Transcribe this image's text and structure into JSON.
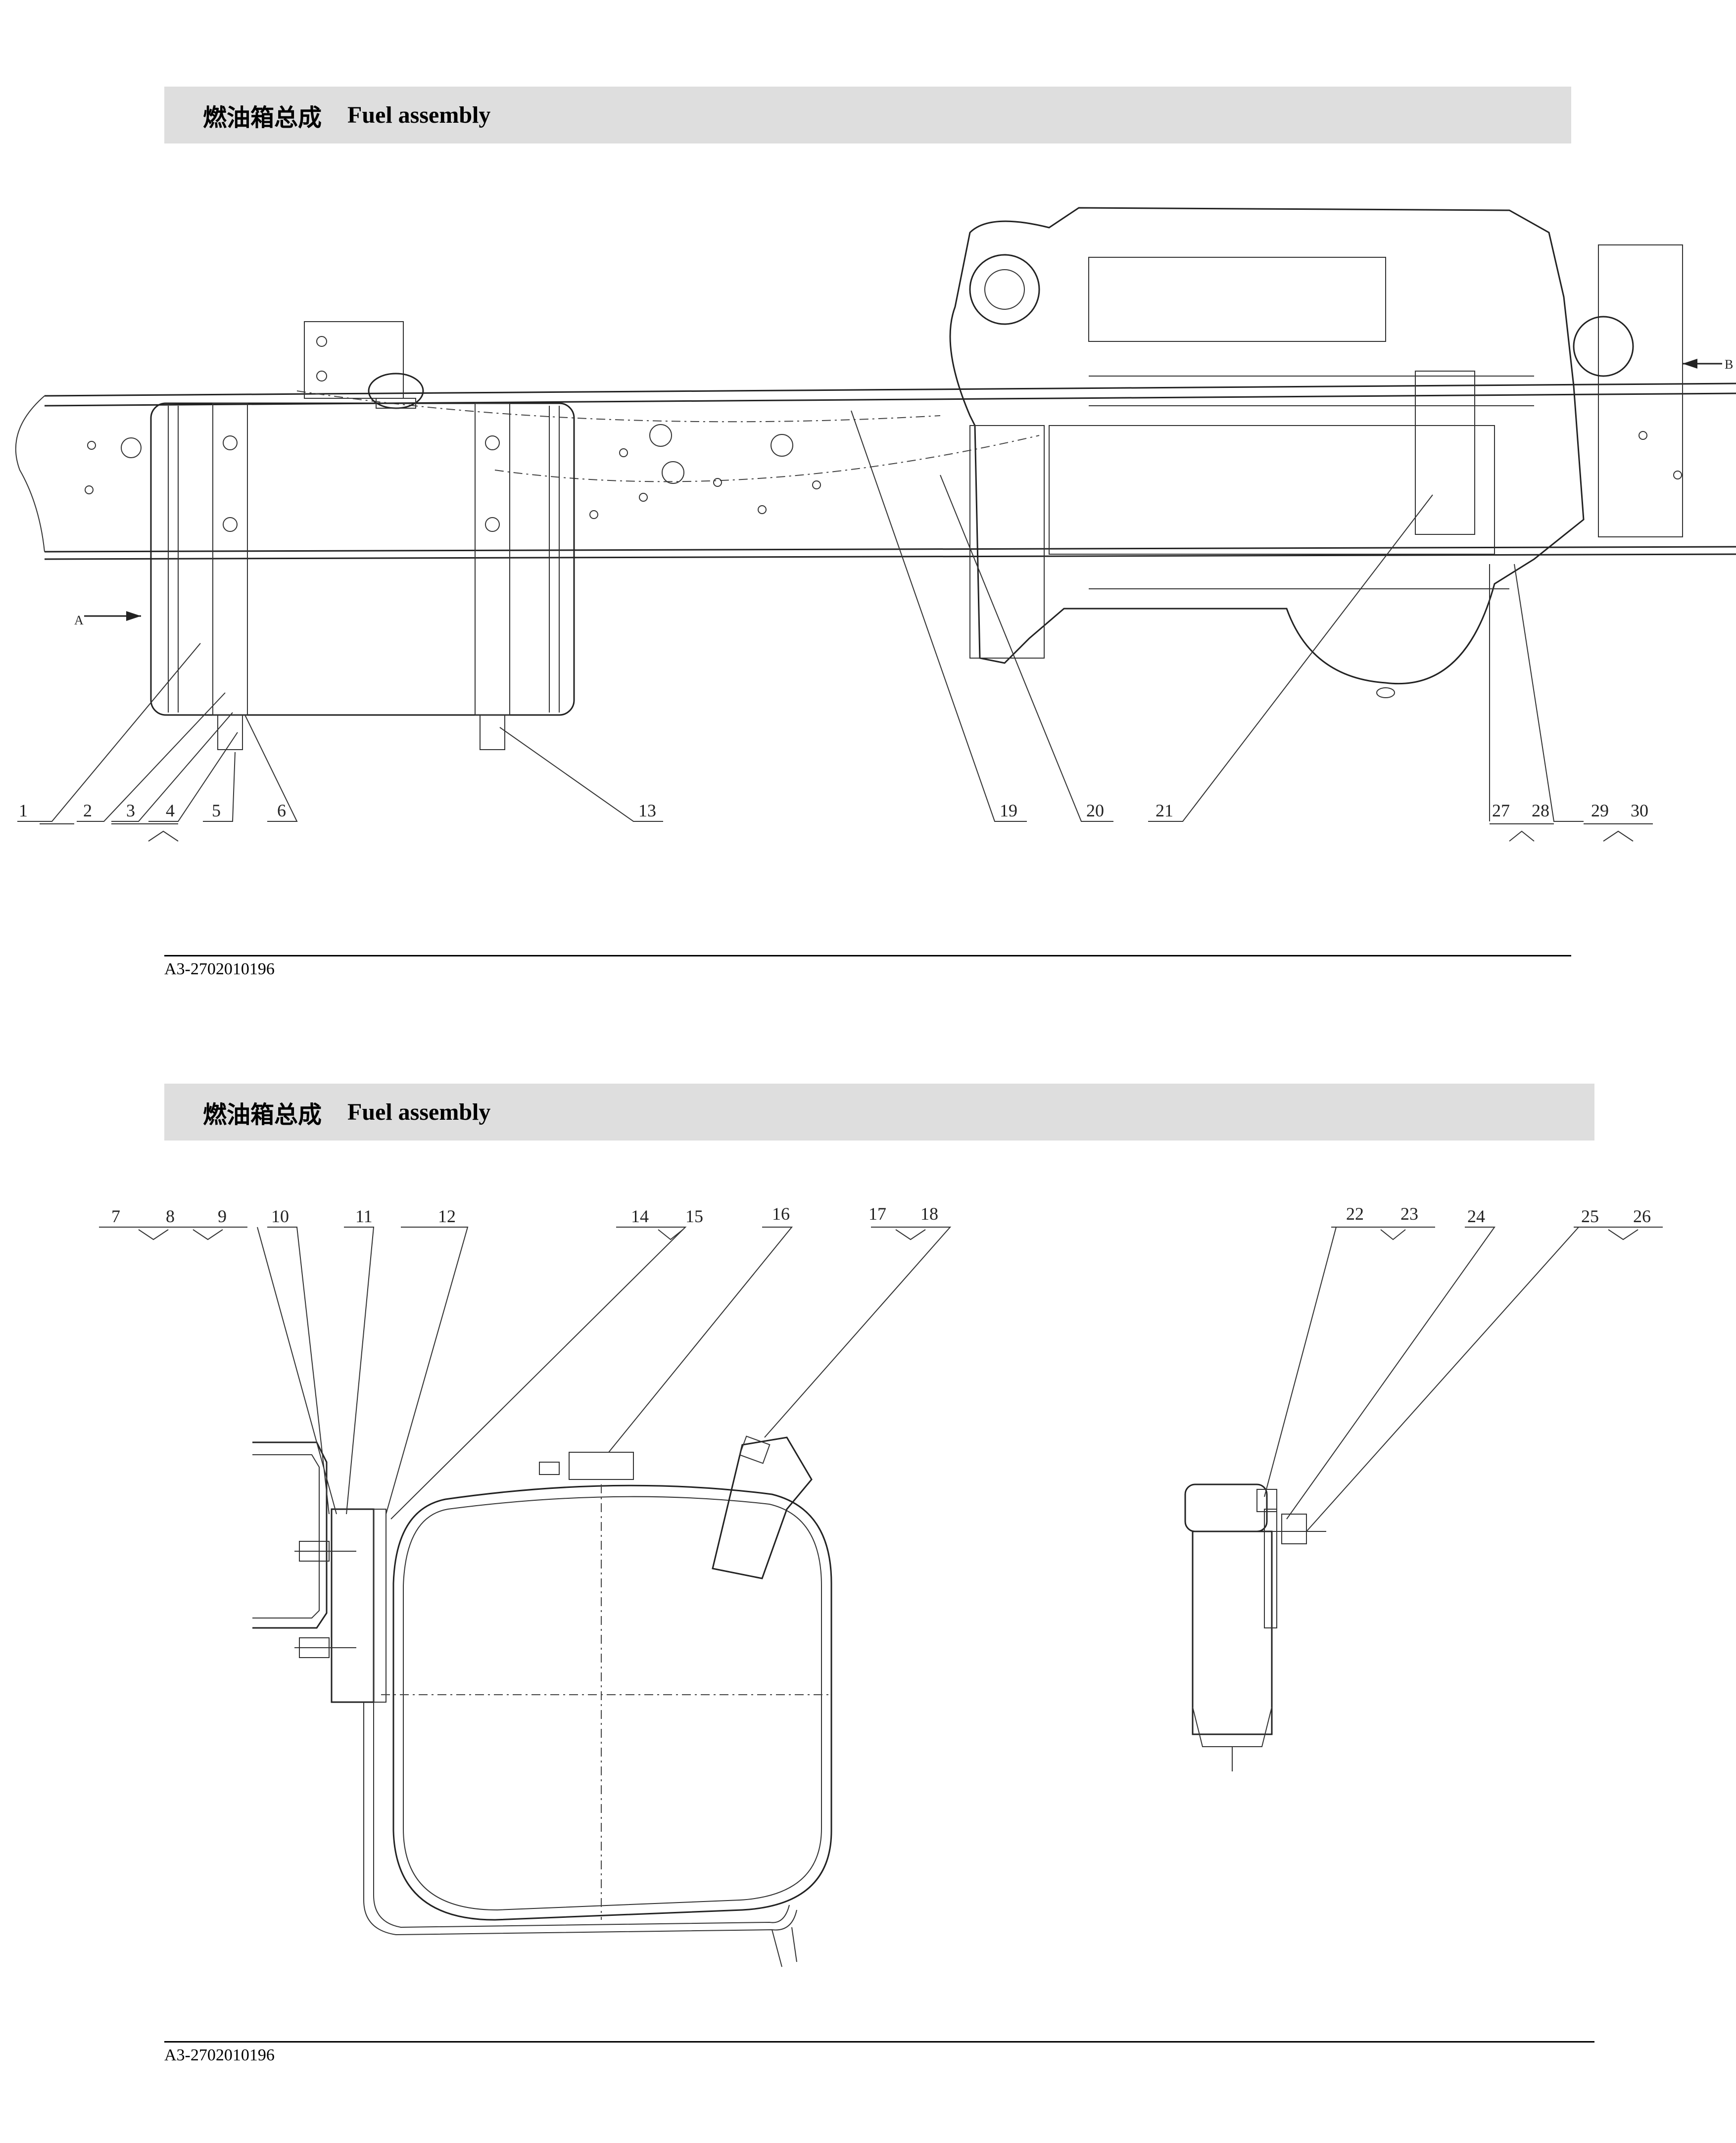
{
  "panels": [
    {
      "title_cn": "燃油箱总成",
      "title_en": "Fuel assembly",
      "code": "A3-2702010196",
      "view_marker_a": "A",
      "view_marker_b": "B",
      "callouts": [
        "1",
        "2",
        "3",
        "4",
        "5",
        "6",
        "13",
        "19",
        "20",
        "21",
        "27",
        "28",
        "29",
        "30"
      ]
    },
    {
      "title_cn": "燃油箱总成",
      "title_en": "Fuel assembly",
      "code": "A3-2702010196",
      "callouts": [
        "7",
        "8",
        "9",
        "10",
        "11",
        "12",
        "14",
        "15",
        "16",
        "17",
        "18",
        "22",
        "23",
        "24",
        "25",
        "26"
      ]
    }
  ]
}
